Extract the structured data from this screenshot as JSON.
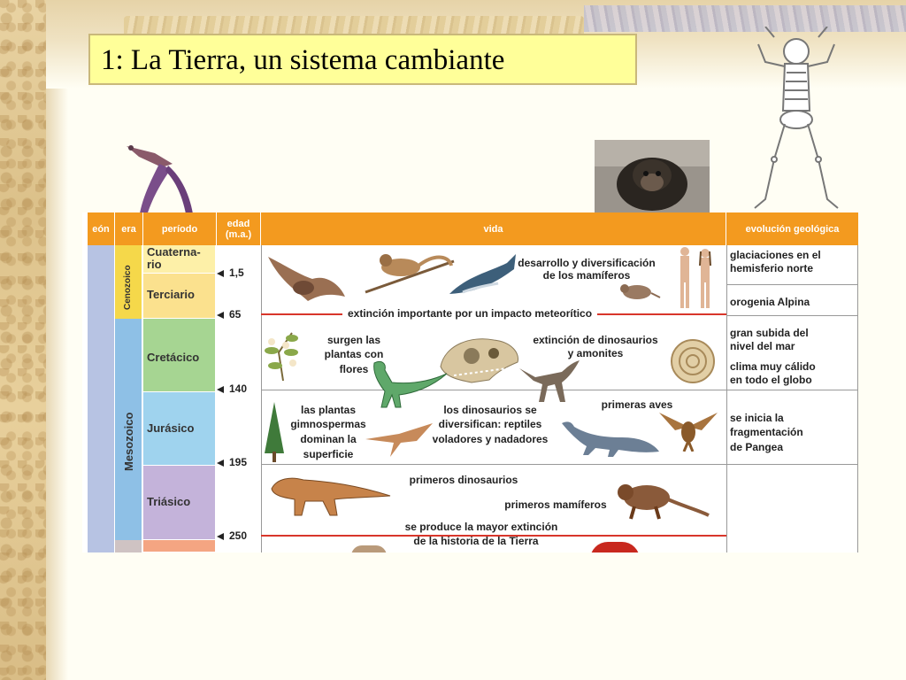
{
  "slide": {
    "title": "1: La Tierra, un sistema cambiante"
  },
  "table": {
    "headers": {
      "eon": "eón",
      "era": "era",
      "periodo": "período",
      "edad_line1": "edad",
      "edad_line2": "(m.a.)",
      "vida": "vida",
      "evolucion": "evolución geológica"
    },
    "eras": {
      "cenozoico": "Cenozoico",
      "mesozoico": "Mesozoico"
    },
    "periods": {
      "cuaternario_1": "Cuaterna-",
      "cuaternario_2": "rio",
      "terciario": "Terciario",
      "cretacico": "Cretácico",
      "jurasico": "Jurásico",
      "triasico": "Triásico"
    },
    "ages": {
      "a1": "1,5",
      "a2": "65",
      "a3": "140",
      "a4": "195",
      "a5": "250"
    },
    "vida": {
      "mamiferos_1": "desarrollo y diversificación",
      "mamiferos_2": "de los mamíferos",
      "extincion_meteorito": "extinción importante por un impacto meteorítico",
      "plantas_flores_1": "surgen las",
      "plantas_flores_2": "plantas con",
      "plantas_flores_3": "flores",
      "ext_dino_1": "extinción de dinosaurios",
      "ext_dino_2": "y amonites",
      "gimno_1": "las plantas",
      "gimno_2": "gimnospermas",
      "gimno_3": "dominan la",
      "gimno_4": "superficie",
      "dino_div_1": "los dinosaurios se",
      "dino_div_2": "diversifican: reptiles",
      "dino_div_3": "voladores y nadadores",
      "aves": "primeras aves",
      "primeros_dino": "primeros dinosaurios",
      "primeros_mamiferos": "primeros mamíferos",
      "mayor_ext_1": "se produce la mayor extinción",
      "mayor_ext_2": "de la historia de la Tierra"
    },
    "geologia": {
      "glaciaciones_1": "glaciaciones en el",
      "glaciaciones_2": "hemisferio norte",
      "orogenia": "orogenia Alpina",
      "subida_1": "gran subida del",
      "subida_2": "nivel del mar",
      "clima_1": "clima muy cálido",
      "clima_2": "en todo el globo",
      "pangea_1": "se inicia la",
      "pangea_2": "fragmentación",
      "pangea_3": "de Pangea"
    }
  },
  "colors": {
    "header": "#f39a1f",
    "title_bg": "#ffff99",
    "extinction_line": "#d8362b"
  }
}
